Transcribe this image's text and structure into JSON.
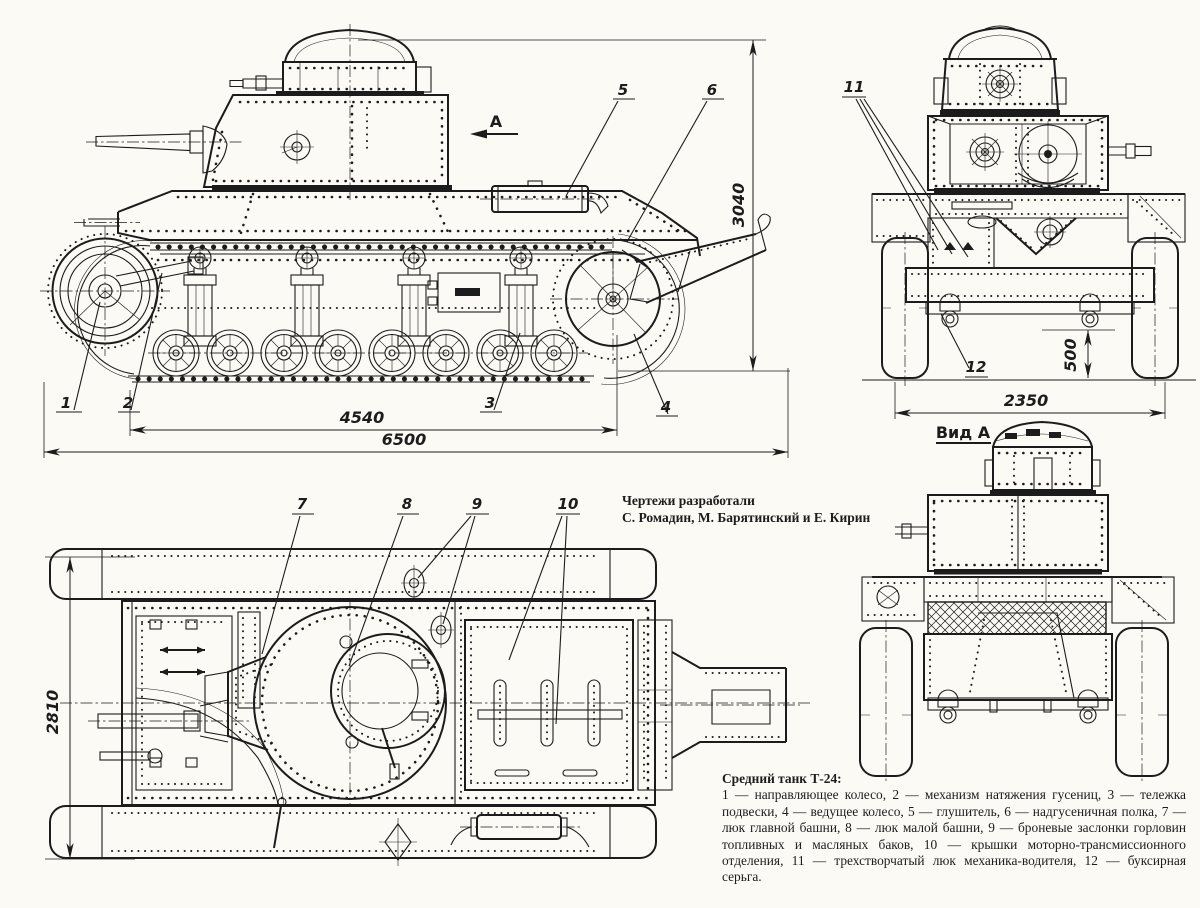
{
  "palette": {
    "paper": "#fbfaf5",
    "ink": "#1c1c1c"
  },
  "labels": {
    "view_a": "Вид А",
    "direction_a": "А"
  },
  "dimensions": {
    "overall_length": "6500",
    "track_contact_length": "4540",
    "overall_height": "3040",
    "width": "2350",
    "ground_clearance": "500",
    "hull_width": "2810"
  },
  "callouts": {
    "c1": "1",
    "c2": "2",
    "c3": "3",
    "c4": "4",
    "c5": "5",
    "c6": "6",
    "c7": "7",
    "c8": "8",
    "c9": "9",
    "c10": "10",
    "c11": "11",
    "c12": "12"
  },
  "credits": {
    "line1": "Чертежи разработали",
    "line2": "С. Ромадин, М. Барятинский и Е. Кирин"
  },
  "caption": {
    "title": "Средний танк Т-24:",
    "body": "1 — направляющее колесо, 2 — механизм натяжения гусениц, 3 — тележка подвески, 4 — ведущее колесо, 5 — глушитель, 6 — надгусеничная полка, 7 — люк главной башни, 8 — люк малой башни, 9 — броневые заслонки горловин топливных и масляных баков, 10 — крышки моторно-трансмиссионного отделения, 11 — трехстворчатый люк механика-водителя, 12 — буксирная серьга."
  }
}
